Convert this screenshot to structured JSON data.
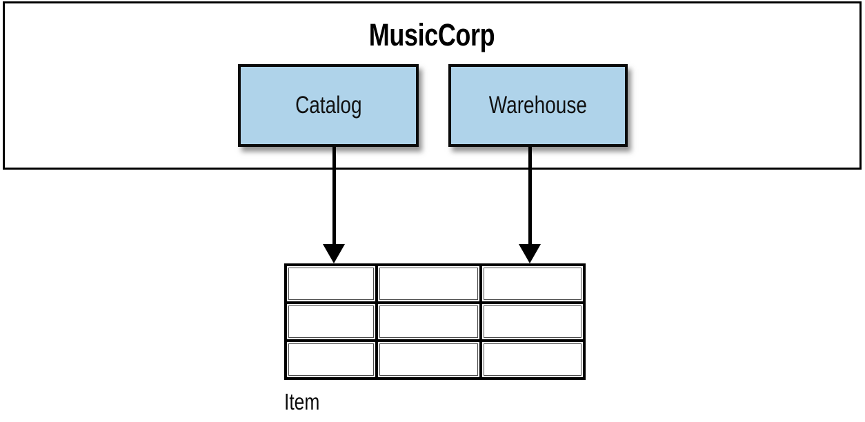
{
  "diagram": {
    "organization": "MusicCorp",
    "services": [
      {
        "id": "catalog",
        "label": "Catalog"
      },
      {
        "id": "warehouse",
        "label": "Warehouse"
      }
    ],
    "connections": [
      {
        "from": "Catalog",
        "to": "Item"
      },
      {
        "from": "Warehouse",
        "to": "Item"
      }
    ],
    "table": {
      "label": "Item",
      "rows": 3,
      "cols": 3
    }
  },
  "colors": {
    "service_fill": "#AFD3EA",
    "line": "#000000",
    "background": "#FFFFFF"
  }
}
